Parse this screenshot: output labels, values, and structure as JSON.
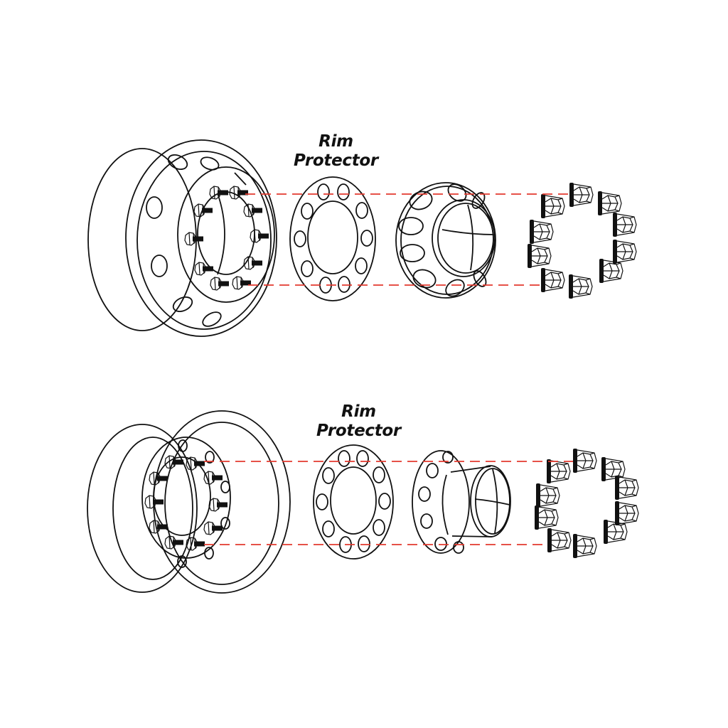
{
  "diagrams": [
    {
      "label_line1": "Rim",
      "label_line2": "Protector",
      "parts": [
        "wheel-with-studs",
        "rim-protector",
        "front-hub-cover",
        "lug-nut-covers"
      ],
      "stud_count": 10,
      "lug_nut_count": 10
    },
    {
      "label_line1": "Rim",
      "label_line2": "Protector",
      "parts": [
        "wheel-with-studs",
        "rim-protector",
        "rear-hub-cover",
        "lug-nut-covers"
      ],
      "stud_count": 10,
      "lug_nut_count": 10
    }
  ],
  "colors": {
    "line": "#111111",
    "guide_dash": "#e23a2e",
    "background": "#ffffff"
  }
}
